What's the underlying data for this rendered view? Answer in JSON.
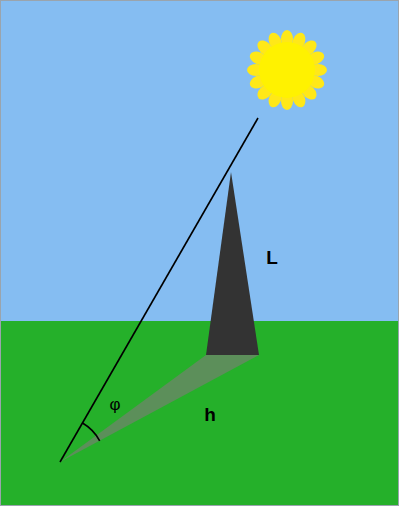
{
  "diagram": {
    "labels": [
      "L",
      "h",
      "φ"
    ]
  }
}
